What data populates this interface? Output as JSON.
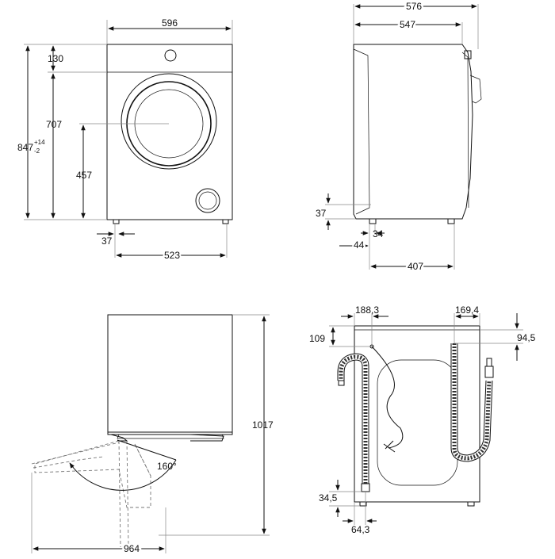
{
  "front_view": {
    "width_label": "596",
    "top_label": "130",
    "door_height_label": "707",
    "door_center_label": "457",
    "total_height_base": "847",
    "total_height_plus": "+14",
    "total_height_minus": "-2",
    "foot_label": "37",
    "feet_span_label": "523"
  },
  "side_view": {
    "depth_total_label": "576",
    "depth_body_label": "547",
    "foot_height_label": "37",
    "foot_width_label": "34",
    "foot_offset_label": "44",
    "feet_depth_label": "407"
  },
  "door_view": {
    "height_label": "1017",
    "width_label": "964",
    "angle_label": "160°"
  },
  "rear_view": {
    "left_offset_label": "188,3",
    "right_offset_label": "169,4",
    "top_left_label": "109",
    "top_right_label": "94,5",
    "bottom_height_label": "34,5",
    "bottom_offset_label": "64,3"
  }
}
